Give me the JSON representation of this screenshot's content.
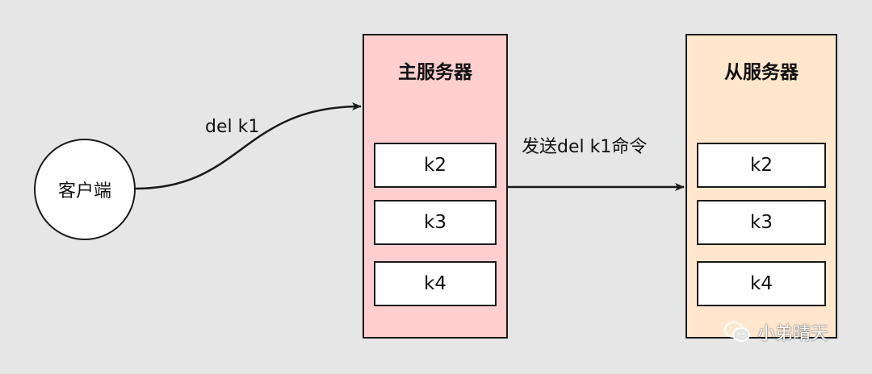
{
  "client": {
    "label": "客户端"
  },
  "master": {
    "title": "主服务器",
    "keys": [
      "k2",
      "k3",
      "k4"
    ]
  },
  "slave": {
    "title": "从服务器",
    "keys": [
      "k2",
      "k3",
      "k4"
    ]
  },
  "edges": {
    "client_to_master": "del k1",
    "master_to_slave": "发送del k1命令"
  },
  "watermark": {
    "icon": "wechat-icon",
    "text": "小弟晴天"
  },
  "colors": {
    "background": "#e6e6e6",
    "master_fill": "#ffcece",
    "slave_fill": "#ffe6cc",
    "stroke": "#1a1a1a"
  }
}
